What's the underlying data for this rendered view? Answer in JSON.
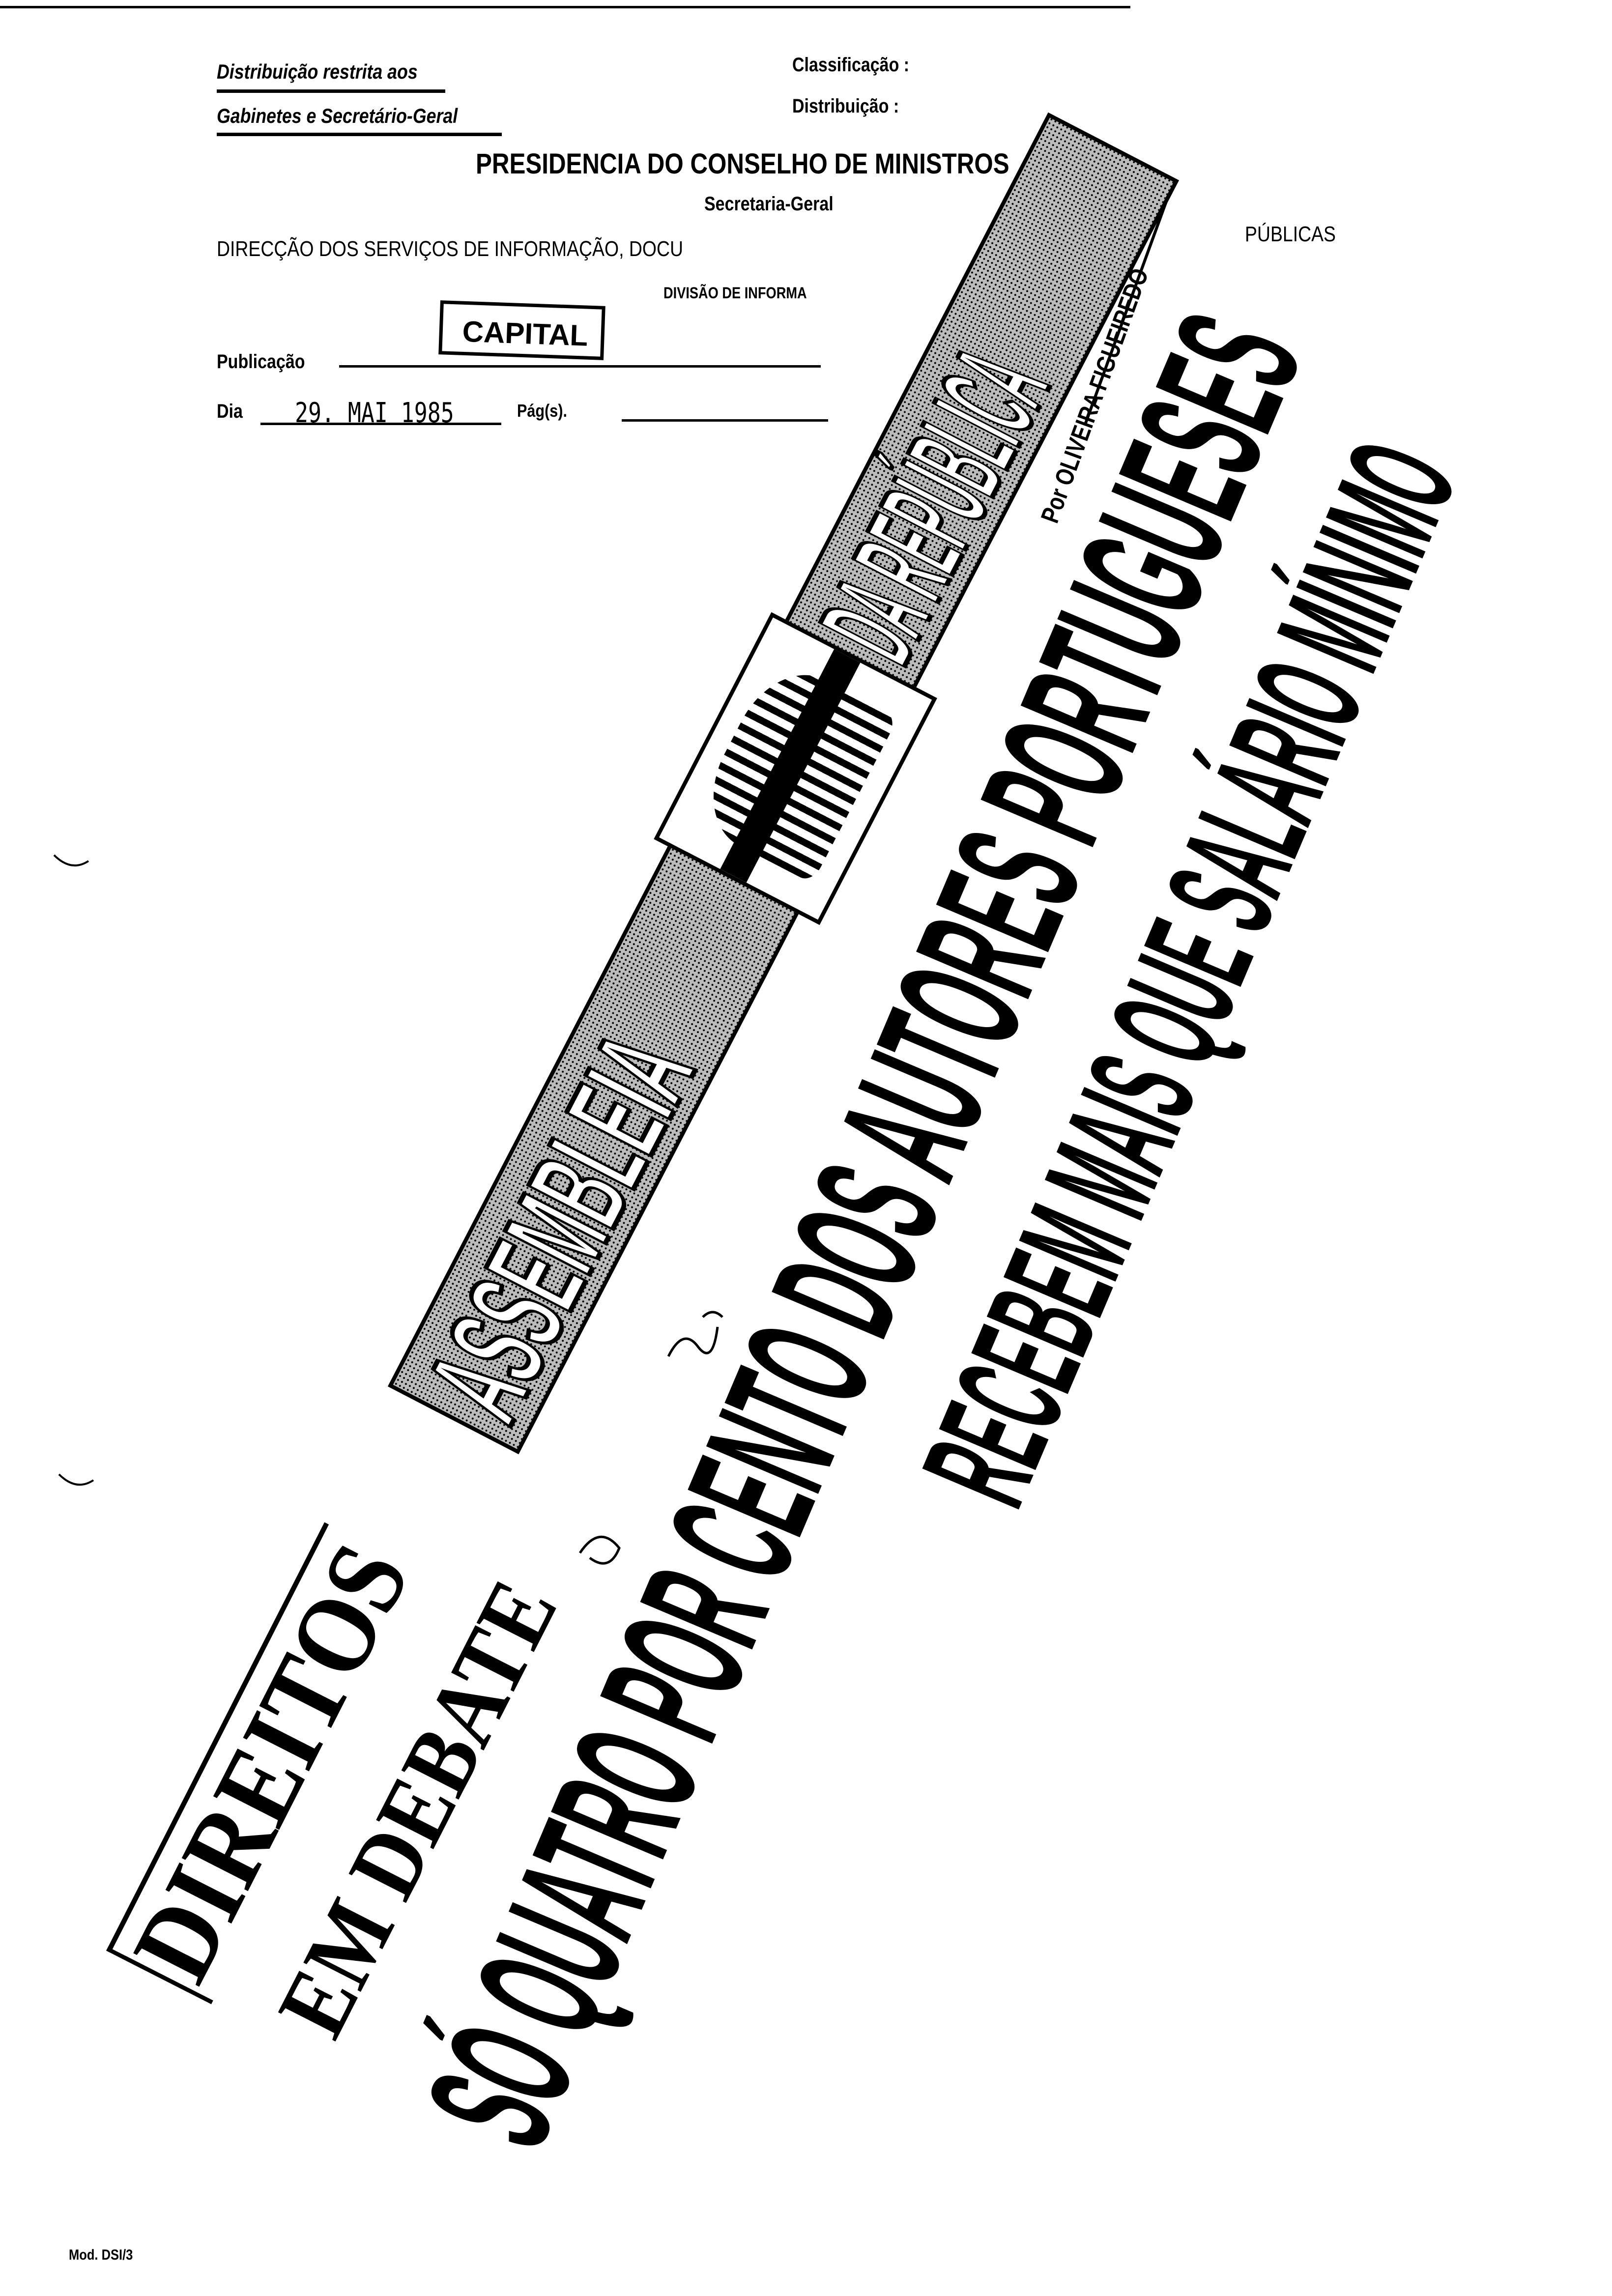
{
  "form": {
    "restriction_line1": "Distribuição restrita aos",
    "restriction_line2": "Gabinetes e Secretário-Geral",
    "classificacao_label": "Classificação :",
    "distribuicao_label": "Distribuição :",
    "title": "PRESIDENCIA DO CONSELHO DE MINISTROS",
    "subtitle": "Secretaria-Geral",
    "direction": "DIRECÇÃO  DOS  SERVIÇOS  DE  INFORMAÇÃO,  DOCU",
    "direction_end": "PÚBLICAS",
    "division": "DIVISÃO DE INFORMA",
    "publicacao_label": "Publicação",
    "publicacao_stamp": "CAPITAL",
    "dia_label": "Dia",
    "dia_value": "29. MAI 1985",
    "pags_label": "Pág(s).",
    "form_code": "Mod. DSI/3"
  },
  "clipping": {
    "section_banner_part1": "ASSEMBLEIA",
    "section_banner_part2": "DA REPÚBLICA",
    "kicker_line1": "DIREITOS",
    "kicker_line2": "EM DEBATE",
    "headline_line1": "SÓ QUATRO POR CENTO DOS AUTORES PORTUGUESES",
    "headline_line2": "RECEBEM MAIS QUE SALÁRIO MÍNIMO",
    "byline": "Por OLIVEIRA FIGUEIREDO"
  }
}
